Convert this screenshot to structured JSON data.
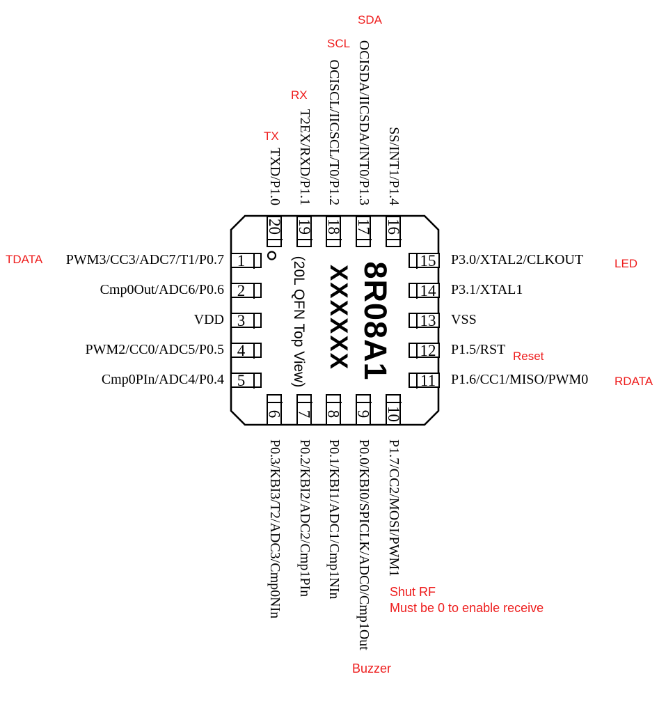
{
  "diagram": {
    "part_number": "8R08A1",
    "marking": "XXXXXX",
    "package_note": "(20L QFN Top View)"
  },
  "colors": {
    "annotation_red": "#ee1c1c",
    "ink_black": "#000000"
  },
  "pins": {
    "top": [
      {
        "number": "20",
        "label": "TXD/P1.0",
        "annotation": "TX"
      },
      {
        "number": "19",
        "label": "T2EX/RXD/P1.1",
        "annotation": "RX"
      },
      {
        "number": "18",
        "label": "OCISCL/IICSCL/T0/P1.2",
        "annotation": "SCL"
      },
      {
        "number": "17",
        "label": "OCISDA/IICSDA/INT0/P1.3",
        "annotation": "SDA"
      },
      {
        "number": "16",
        "label": "SS/INT1/P1.4"
      }
    ],
    "left": [
      {
        "number": "1",
        "label": "PWM3/CC3/ADC7/T1/P0.7",
        "annotation": "TDATA"
      },
      {
        "number": "2",
        "label": "Cmp0Out/ADC6/P0.6"
      },
      {
        "number": "3",
        "label": "VDD"
      },
      {
        "number": "4",
        "label": "PWM2/CC0/ADC5/P0.5"
      },
      {
        "number": "5",
        "label": "Cmp0PIn/ADC4/P0.4"
      }
    ],
    "right": [
      {
        "number": "15",
        "label": "P3.0/XTAL2/CLKOUT",
        "annotation": "LED"
      },
      {
        "number": "14",
        "label": "P3.1/XTAL1"
      },
      {
        "number": "13",
        "label": "VSS"
      },
      {
        "number": "12",
        "label": "P1.5/RST",
        "annotation": "Reset"
      },
      {
        "number": "11",
        "label": "P1.6/CC1/MISO/PWM0",
        "annotation": "RDATA"
      }
    ],
    "bottom": [
      {
        "number": "6",
        "label": "P0.3/KBI3/T2/ADC3/Cmp0NIn"
      },
      {
        "number": "7",
        "label": "P0.2/KBI2/ADC2/Cmp1PIn"
      },
      {
        "number": "8",
        "label": "P0.1/KBI1/ADC1/Cmp1NIn"
      },
      {
        "number": "9",
        "label": "P0.0/KBI0/SPICLK/ADC0/Cmp1Out",
        "annotation": "Buzzer"
      },
      {
        "number": "10",
        "label": "P1.7/CC2/MOSI/PWM1",
        "annotation": "Shut RF",
        "annotation2": "Must be 0 to enable receive"
      }
    ]
  }
}
